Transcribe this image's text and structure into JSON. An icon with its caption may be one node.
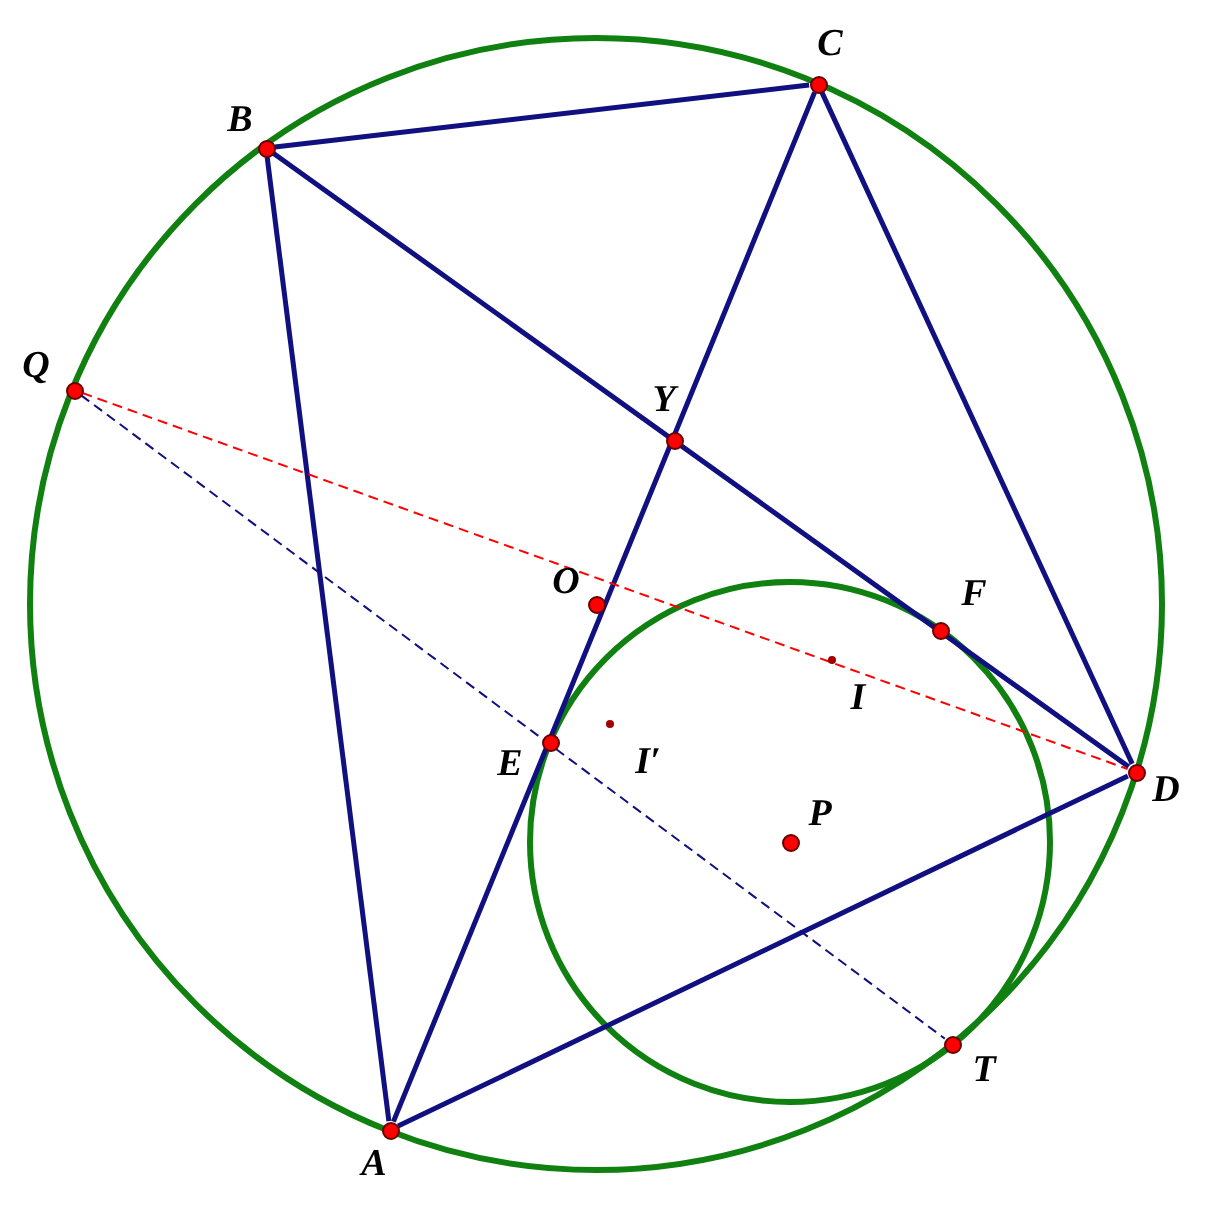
{
  "diagram": {
    "nodes": [
      {
        "text": [
          "C"
        ]
      },
      {
        "text": [
          "B"
        ]
      },
      {
        "text": [
          "Q"
        ]
      },
      {
        "text": [
          "Y"
        ]
      },
      {
        "text": [
          "O"
        ]
      },
      {
        "text": [
          "F"
        ]
      },
      {
        "text": [
          "I"
        ]
      },
      {
        "text": [
          "E"
        ]
      },
      {
        "text": [
          "I′"
        ]
      },
      {
        "text": [
          "D"
        ]
      },
      {
        "text": [
          "P"
        ]
      },
      {
        "text": [
          "T"
        ]
      },
      {
        "text": [
          "A"
        ]
      }
    ],
    "edges": [
      {
        "from": 12,
        "to": 1,
        "arrow": "none"
      },
      {
        "from": 1,
        "to": 0,
        "arrow": "none"
      },
      {
        "from": 0,
        "to": 9,
        "arrow": "none"
      },
      {
        "from": 9,
        "to": 12,
        "arrow": "none"
      },
      {
        "from": 12,
        "to": 0,
        "arrow": "none"
      },
      {
        "from": 1,
        "to": 9,
        "arrow": "none"
      },
      {
        "from": 2,
        "to": 9,
        "arrow": "none",
        "style": "dashed",
        "color": "#ff0000"
      },
      {
        "from": 2,
        "to": 11,
        "arrow": "none",
        "style": "dashed"
      }
    ]
  }
}
